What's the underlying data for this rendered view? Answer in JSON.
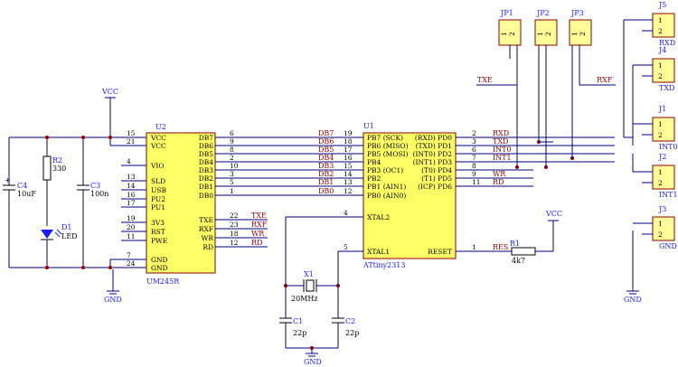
{
  "supply": {
    "vcc": "VCC",
    "gnd": "GND"
  },
  "u2": {
    "designator": "U2",
    "value": "UM245R",
    "left_pins": [
      {
        "num": "15",
        "name": "VCC"
      },
      {
        "num": "21",
        "name": "VCC"
      },
      {
        "num": "4",
        "name": "VIO"
      },
      {
        "num": "13",
        "name": "SLD"
      },
      {
        "num": "14",
        "name": "USB"
      },
      {
        "num": "16",
        "name": "PU2"
      },
      {
        "num": "17",
        "name": "PU1"
      },
      {
        "num": "19",
        "name": "3V3"
      },
      {
        "num": "20",
        "name": "RST"
      },
      {
        "num": "11",
        "name": "PWE"
      },
      {
        "num": "7",
        "name": "GND"
      },
      {
        "num": "24",
        "name": "GND"
      }
    ],
    "right_pins": [
      {
        "num": "6",
        "name": "DB7",
        "net": "DB7"
      },
      {
        "num": "9",
        "name": "DB6",
        "net": "DB6"
      },
      {
        "num": "8",
        "name": "DB5",
        "net": "DB5"
      },
      {
        "num": "2",
        "name": "DB4",
        "net": "DB4"
      },
      {
        "num": "10",
        "name": "DB3",
        "net": "DB3"
      },
      {
        "num": "3",
        "name": "DB2",
        "net": "DB2"
      },
      {
        "num": "5",
        "name": "DB1",
        "net": "DB1"
      },
      {
        "num": "1",
        "name": "DB0",
        "net": "DB0"
      },
      {
        "num": "22",
        "name": "TXE",
        "net": "TXE"
      },
      {
        "num": "23",
        "name": "RXF",
        "net": "RXF"
      },
      {
        "num": "18",
        "name": "WR",
        "net": "WR"
      },
      {
        "num": "12",
        "name": "RD",
        "net": "RD"
      }
    ]
  },
  "u1": {
    "designator": "U1",
    "value": "ATtiny2313",
    "left_pins": [
      {
        "num": "19",
        "name": "PB7 (SCK)"
      },
      {
        "num": "18",
        "name": "PB6 (MISO)"
      },
      {
        "num": "17",
        "name": "PB5 (MOSI)"
      },
      {
        "num": "16",
        "name": "PB4"
      },
      {
        "num": "15",
        "name": "PB3 (OC1)"
      },
      {
        "num": "14",
        "name": "PB2"
      },
      {
        "num": "13",
        "name": "PB1 (AIN1)"
      },
      {
        "num": "12",
        "name": "PB0 (AIN0)"
      },
      {
        "num": "4",
        "name": "XTAL2"
      },
      {
        "num": "5",
        "name": "XTAL1"
      }
    ],
    "right_pins": [
      {
        "num": "2",
        "name": "(RXD) PD0",
        "net": "RXD"
      },
      {
        "num": "3",
        "name": "(TXD) PD1",
        "net": "TXD"
      },
      {
        "num": "6",
        "name": "(INT0) PD2",
        "net": "INT0"
      },
      {
        "num": "7",
        "name": "(INT1) PD3",
        "net": "INT1"
      },
      {
        "num": "8",
        "name": "(T0) PD4",
        "net": ""
      },
      {
        "num": "9",
        "name": "(T1) PD5",
        "net": "WR"
      },
      {
        "num": "11",
        "name": "(ICP) PD6",
        "net": "RD"
      },
      {
        "num": "1",
        "name": "RESET",
        "net": "RES"
      }
    ]
  },
  "passives": {
    "c4": {
      "des": "C4",
      "val": "10uF"
    },
    "r2": {
      "des": "R2",
      "val": "330"
    },
    "c3": {
      "des": "C3",
      "val": "100n"
    },
    "d1": {
      "des": "D1",
      "val": "LED"
    },
    "r1": {
      "des": "R1",
      "val": "4k7"
    },
    "x1": {
      "des": "X1",
      "val": "20MHz"
    },
    "c1": {
      "des": "C1",
      "val": "22p"
    },
    "c2": {
      "des": "C2",
      "val": "22p"
    }
  },
  "jumpers": [
    {
      "des": "JP1",
      "pin1": "1",
      "pin2": "2"
    },
    {
      "des": "JP2",
      "pin1": "1",
      "pin2": "2"
    },
    {
      "des": "JP3",
      "pin1": "1",
      "pin2": "2"
    }
  ],
  "headers": [
    {
      "des": "J5",
      "pin1": "1",
      "pin2": "2",
      "net": "RXD"
    },
    {
      "des": "J4",
      "pin1": "1",
      "pin2": "2",
      "net": "TXD"
    },
    {
      "des": "J1",
      "pin1": "1",
      "pin2": "2",
      "net": "INT0"
    },
    {
      "des": "J2",
      "pin1": "1",
      "pin2": "2",
      "net": "INT1"
    },
    {
      "des": "J3",
      "pin1": "1",
      "pin2": "2",
      "net": "GND"
    }
  ],
  "nets": {
    "txe": "TXE",
    "rxf": "RXF"
  }
}
